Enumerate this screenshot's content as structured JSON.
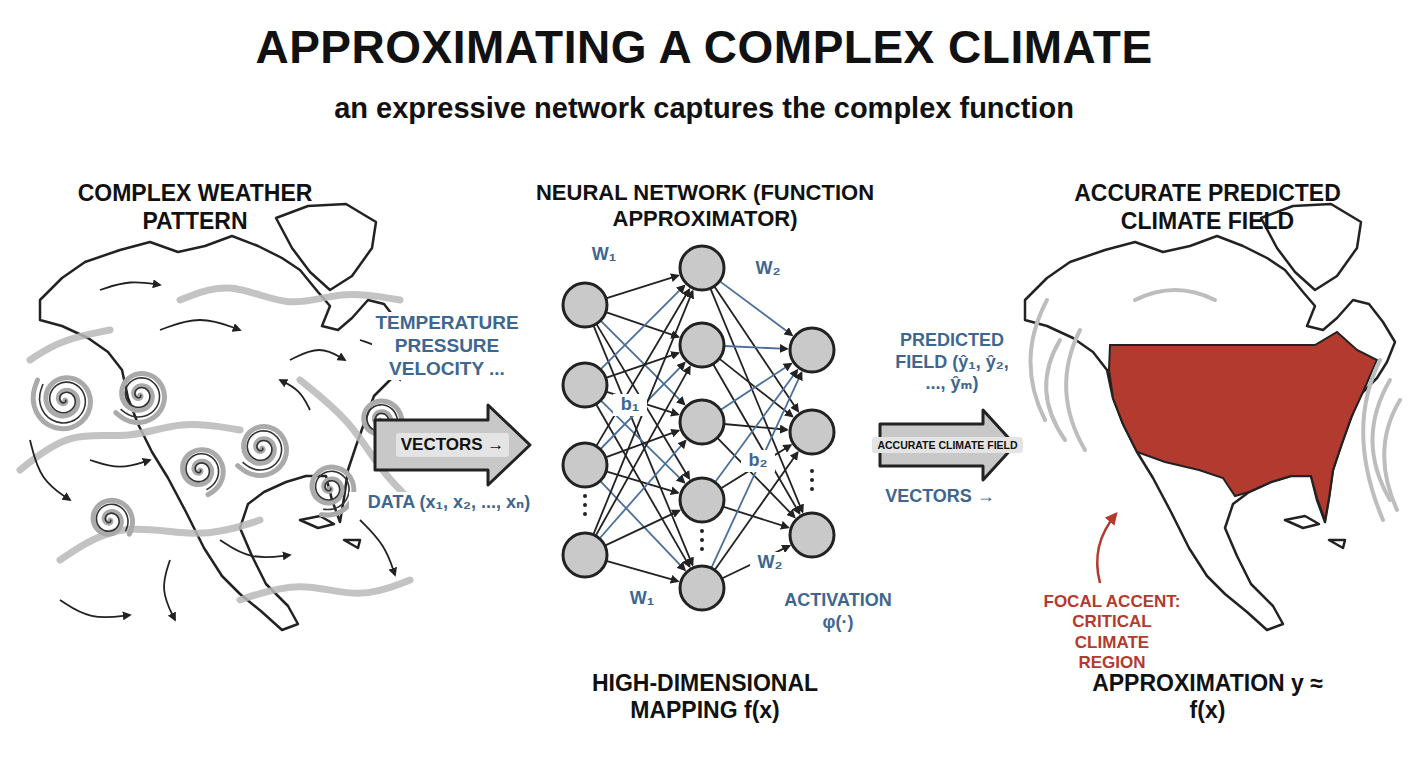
{
  "diagram": {
    "title": "APPROXIMATING A COMPLEX CLIMATE",
    "caption": "an expressive network captures the complex function",
    "nodes": [
      {
        "text": [
          "COMPLEX WEATHER PATTERN"
        ]
      },
      {
        "text": [
          "NEURAL NETWORK (FUNCTION APPROXIMATOR)",
          "HIGH-DIMENSIONAL MAPPING f(x)"
        ]
      },
      {
        "text": [
          "ACCURATE PREDICTED CLIMATE FIELD",
          "APPROXIMATION y ≈ f(x)"
        ]
      }
    ],
    "edges": [
      {
        "from": 0,
        "to": 1,
        "arrow": "to",
        "label": "VECTORS →"
      },
      {
        "from": 1,
        "to": 2,
        "arrow": "to",
        "label": "ACCURATE CLIMATE FIELD"
      }
    ],
    "labels": [
      "TEMPERATURE PRESSURE VELOCITY ...",
      "DATA (x₁, x₂, ..., xₙ)",
      "W₁",
      "W₂",
      "b₁",
      "b₂",
      "W₁",
      "W₂",
      "ACTIVATION φ(·)",
      "PREDICTED FIELD (ŷ₁, ŷ₂, ..., ŷₘ)",
      "VECTORS →",
      "FOCAL ACCENT: CRITICAL CLIMATE REGION"
    ]
  }
}
